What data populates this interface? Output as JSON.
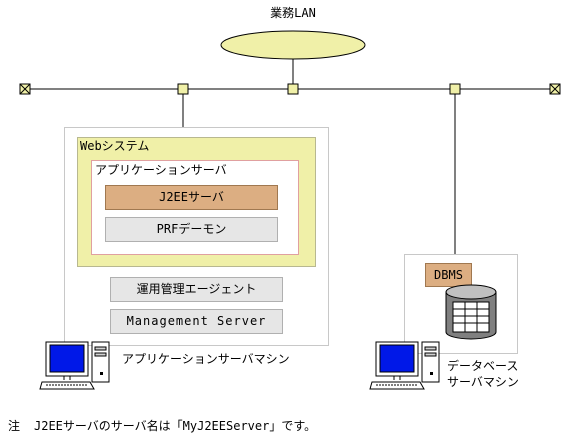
{
  "network": {
    "lan_label": "業務LAN"
  },
  "app_machine": {
    "web_system_label": "Webシステム",
    "app_server_label": "アプリケーションサーバ",
    "j2ee_server_label": "J2EEサーバ",
    "prf_daemon_label": "PRFデーモン",
    "ops_agent_label": "運用管理エージェント",
    "management_server_label": "Management Server",
    "machine_label": "アプリケーションサーバマシン"
  },
  "db_machine": {
    "dbms_label": "DBMS",
    "machine_label_line1": "データベース",
    "machine_label_line2": "サーバマシン"
  },
  "footnote": {
    "mark": "注",
    "text": "J2EEサーバのサーバ名は「MyJ2EEServer」です。"
  },
  "colors": {
    "lan_ellipse": "#f0f0a8",
    "connector": "#f0f0a8",
    "web_system_fill": "#f0f0a8",
    "j2ee_fill": "#dcae82",
    "gray_fill": "#e6e6e6",
    "machine_border": "#c8c8c8"
  }
}
